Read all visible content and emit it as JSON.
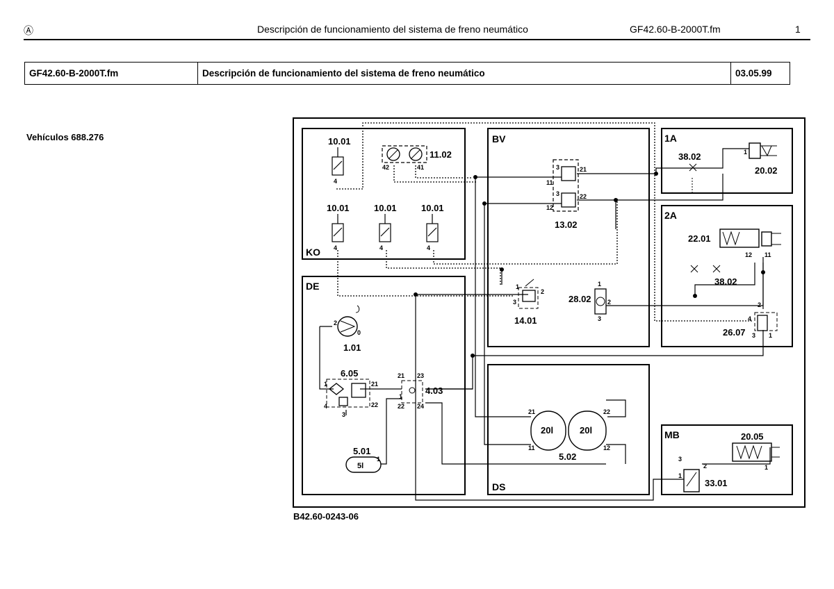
{
  "header": {
    "logo": "Ⓐ",
    "title": "Descripción de funcionamiento del sistema de freno neumático",
    "file": "GF42.60-B-2000T.fm",
    "page": "1"
  },
  "info_table": {
    "file": "GF42.60-B-2000T.fm",
    "title": "Descripción de funcionamiento del sistema de freno neumático",
    "date": "03.05.99"
  },
  "vehicles": "Vehículos 688.276",
  "figure_id": "B42.60-0243-06",
  "diagram": {
    "groups": {
      "ko": "KO",
      "bv": "BV",
      "g1a": "1A",
      "g2a": "2A",
      "de": "DE",
      "ds": "DS",
      "mb": "MB"
    },
    "components": {
      "c10_01_a": "10.01",
      "c10_01_b": "10.01",
      "c10_01_c": "10.01",
      "c10_01_d": "10.01",
      "c11_02": "11.02",
      "c13_02": "13.02",
      "c14_01": "14.01",
      "c28_02": "28.02",
      "c38_02_a": "38.02",
      "c38_02_b": "38.02",
      "c20_02": "20.02",
      "c22_01": "22.01",
      "c26_07": "26.07",
      "c1_01": "1.01",
      "c6_05": "6.05",
      "c4_03": "4.03",
      "c5_01": "5.01",
      "c5_01_vol": "5l",
      "c5_02": "5.02",
      "tank_a": "20l",
      "tank_b": "20l",
      "c20_05": "20.05",
      "c33_01": "33.01"
    },
    "ports": {
      "p42": "42",
      "p41": "41",
      "p4a": "4",
      "p4b": "4",
      "p4c": "4",
      "p4d": "4",
      "p13_21": "21",
      "p13_11": "11",
      "p13_22": "22",
      "p13_12": "12",
      "p13_3a": "3",
      "p13_3b": "3",
      "p14_1": "1",
      "p14_2": "2",
      "p14_3": "3",
      "p28_1": "1",
      "p28_2": "2",
      "p28_3": "3",
      "p20_02_1": "1",
      "p22_12": "12",
      "p22_11": "11",
      "p26_2": "2",
      "p26_4": "4",
      "p26_3": "3",
      "p26_1": "1",
      "p1_01_2": "2",
      "p1_01_0": "0",
      "p6_1": "1",
      "p6_21": "21",
      "p6_4": "4",
      "p6_22": "22",
      "p6_3": "3",
      "p4_21": "21",
      "p4_23": "23",
      "p4_1": "1",
      "p4_22": "22",
      "p4_24": "24",
      "p5_1": "1",
      "p5_21": "21",
      "p5_22": "22",
      "p5_11": "11",
      "p5_12": "12",
      "p33_3": "3",
      "p33_2": "2",
      "p33_1": "1",
      "p20_05_1": "1"
    }
  }
}
